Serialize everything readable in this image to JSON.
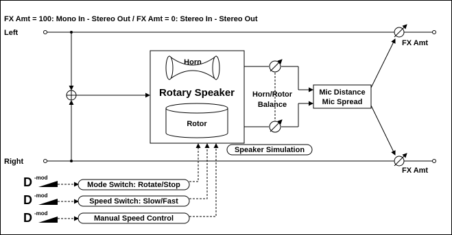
{
  "header": "FX Amt = 100: Mono In - Stereo Out  /  FX Amt = 0: Stereo In - Stereo Out",
  "io": {
    "left_in": "Left",
    "right_in": "Right",
    "fx_amt_top": "FX Amt",
    "fx_amt_bottom": "FX Amt"
  },
  "rotary": {
    "horn": "Horn",
    "title": "Rotary Speaker",
    "rotor": "Rotor"
  },
  "balance": {
    "line1": "Horn/Rotor",
    "line2": "Balance"
  },
  "mic": {
    "line1": "Mic Distance",
    "line2": "Mic Spread"
  },
  "speaker_sim": "Speaker Simulation",
  "dmod": {
    "letter": "D",
    "sup": "-mod"
  },
  "controls": [
    "Mode Switch: Rotate/Stop",
    "Speed Switch: Slow/Fast",
    "Manual Speed Control"
  ]
}
